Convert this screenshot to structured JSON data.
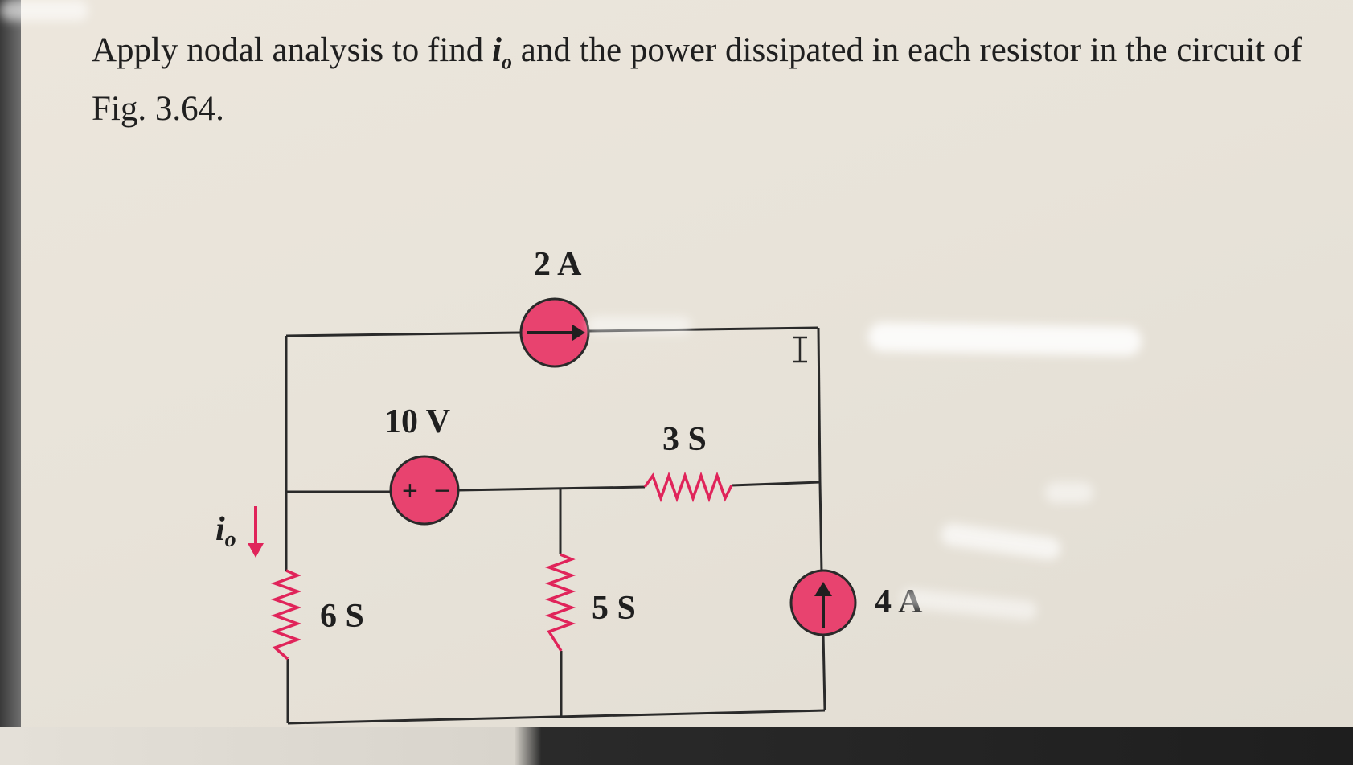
{
  "problem": {
    "line1_prefix": "Apply nodal analysis to find ",
    "variable": "i",
    "variable_sub": "o",
    "line1_suffix": " and the power dissipated in each resistor in the circuit of",
    "line2": "Fig. 3.64."
  },
  "circuit": {
    "current_source_top": "2 A",
    "voltage_source": "10 V",
    "voltage_plus": "+",
    "voltage_minus": "−",
    "resistor_top_right": "3 S",
    "resistor_left": "6 S",
    "resistor_middle": "5 S",
    "current_source_right": "4 A",
    "current_label_main": "i",
    "current_label_sub": "o"
  },
  "colors": {
    "source_fill": "#e8436f",
    "resistor": "#e0245a",
    "wire": "#2a2a2a",
    "arrow": "#e0245a"
  }
}
